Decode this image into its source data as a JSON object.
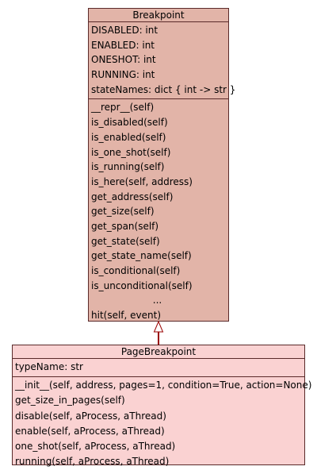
{
  "breakpoint": {
    "name": "Breakpoint",
    "attributes": [
      "DISABLED: int",
      "ENABLED: int",
      "ONESHOT: int",
      "RUNNING: int",
      "stateNames: dict { int -> str }"
    ],
    "methods": [
      "__repr__(self)",
      "is_disabled(self)",
      "is_enabled(self)",
      "is_one_shot(self)",
      "is_running(self)",
      "is_here(self, address)",
      "get_address(self)",
      "get_size(self)",
      "get_span(self)",
      "get_state(self)",
      "get_state_name(self)",
      "is_conditional(self)",
      "is_unconditional(self)",
      "...",
      "hit(self, event)"
    ],
    "fill_color": "#e2b4a8"
  },
  "pagebreakpoint": {
    "name": "PageBreakpoint",
    "attributes": [
      "typeName: str"
    ],
    "methods": [
      "__init__(self, address, pages=1, condition=True, action=None)",
      "get_size_in_pages(self)",
      "disable(self, aProcess, aThread)",
      "enable(self, aProcess, aThread)",
      "one_shot(self, aProcess, aThread)",
      "running(self, aProcess, aThread)"
    ],
    "fill_color": "#fad2d2"
  },
  "relationship": {
    "type": "inheritance",
    "color": "#990000"
  }
}
